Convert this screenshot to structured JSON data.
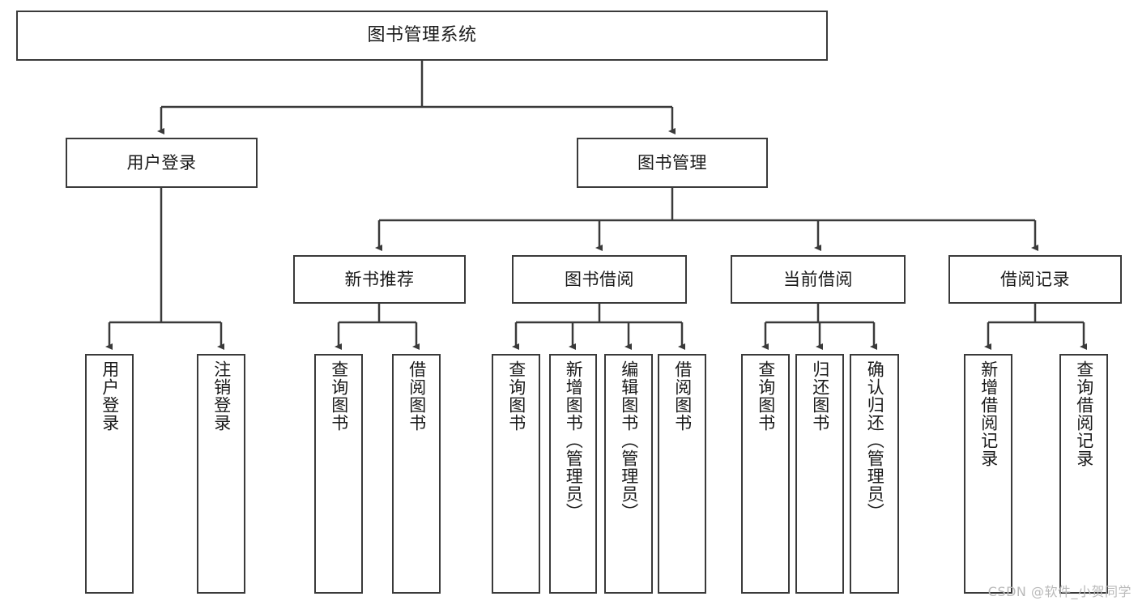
{
  "diagram": {
    "title": "图书管理系统",
    "root": {
      "label": "图书管理系统"
    },
    "level1": [
      {
        "label": "用户登录"
      },
      {
        "label": "图书管理"
      }
    ],
    "level2": [
      {
        "label": "新书推荐"
      },
      {
        "label": "图书借阅"
      },
      {
        "label": "当前借阅"
      },
      {
        "label": "借阅记录"
      }
    ],
    "leaves": {
      "user_login": [
        {
          "label": "用户登录"
        },
        {
          "label": "注销登录"
        }
      ],
      "new_book_recommend": [
        {
          "label": "查询图书"
        },
        {
          "label": "借阅图书"
        }
      ],
      "book_borrow": [
        {
          "label": "查询图书"
        },
        {
          "label": "新增图书（管理员）"
        },
        {
          "label": "编辑图书（管理员）"
        },
        {
          "label": "借阅图书"
        }
      ],
      "current_borrow": [
        {
          "label": "查询图书"
        },
        {
          "label": "归还图书"
        },
        {
          "label": "确认归还（管理员）"
        }
      ],
      "borrow_record": [
        {
          "label": "新增借阅记录"
        },
        {
          "label": "查询借阅记录"
        }
      ]
    }
  },
  "watermark": {
    "text": "CSDN @软件_小贺同学"
  },
  "colors": {
    "border": "#3a3a3a",
    "text": "#1a1a1a",
    "background": "#ffffff",
    "watermark": "#b9b9b9"
  }
}
